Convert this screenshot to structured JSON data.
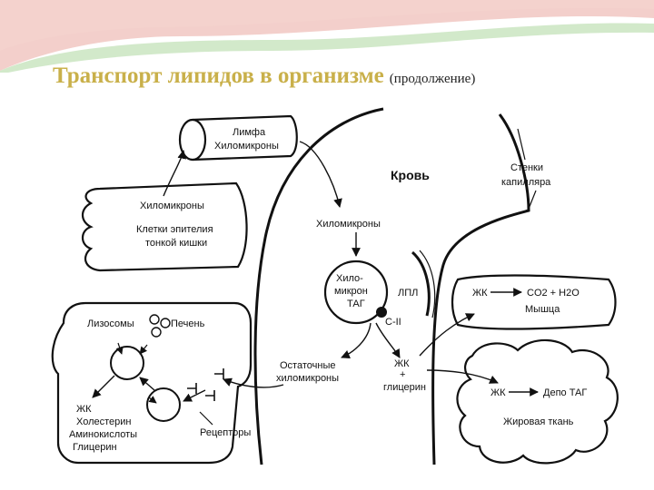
{
  "slide": {
    "title": "Транспорт липидов в организме",
    "subtitle": "(продолжение)"
  },
  "diagram": {
    "lymph_label": "Лимфа",
    "lymph_chylomicrons": "Хиломикроны",
    "intestine_chylomicrons": "Хиломикроны",
    "intestine_cells_line1": "Клетки эпителия",
    "intestine_cells_line2": "тонкой кишки",
    "blood_label": "Кровь",
    "capillary_line1": "Стенки",
    "capillary_line2": "капилляра",
    "blood_chylomicrons": "Хиломикроны",
    "chylo_tag_line1": "Хило-",
    "chylo_tag_line2": "микрон",
    "chylo_tag_line3": "ТАГ",
    "lpl_label": "ЛПЛ",
    "c2_label": "С-II",
    "remnant_line1": "Остаточные",
    "remnant_line2": "хиломикроны",
    "fa_glycerol_line1": "ЖК",
    "fa_glycerol_line2": "+",
    "fa_glycerol_line3": "глицерин",
    "muscle_fa": "ЖК",
    "muscle_products": "CO2 + H2O",
    "muscle_label": "Мышца",
    "adipose_fa": "ЖК",
    "adipose_depot": "Депо ТАГ",
    "adipose_label": "Жировая ткань",
    "lysosomes_label": "Лизосомы",
    "liver_label": "Печень",
    "liver_products_line1": "ЖК",
    "liver_products_line2": "Холестерин",
    "liver_products_line3": "Аминокислоты",
    "liver_products_line4": "Глицерин",
    "receptors_label": "Рецепторы"
  },
  "colors": {
    "title": "#c9b04a",
    "banner_pink": "#e9a8a0",
    "banner_green": "#bfe0b4",
    "ink": "#111111"
  }
}
